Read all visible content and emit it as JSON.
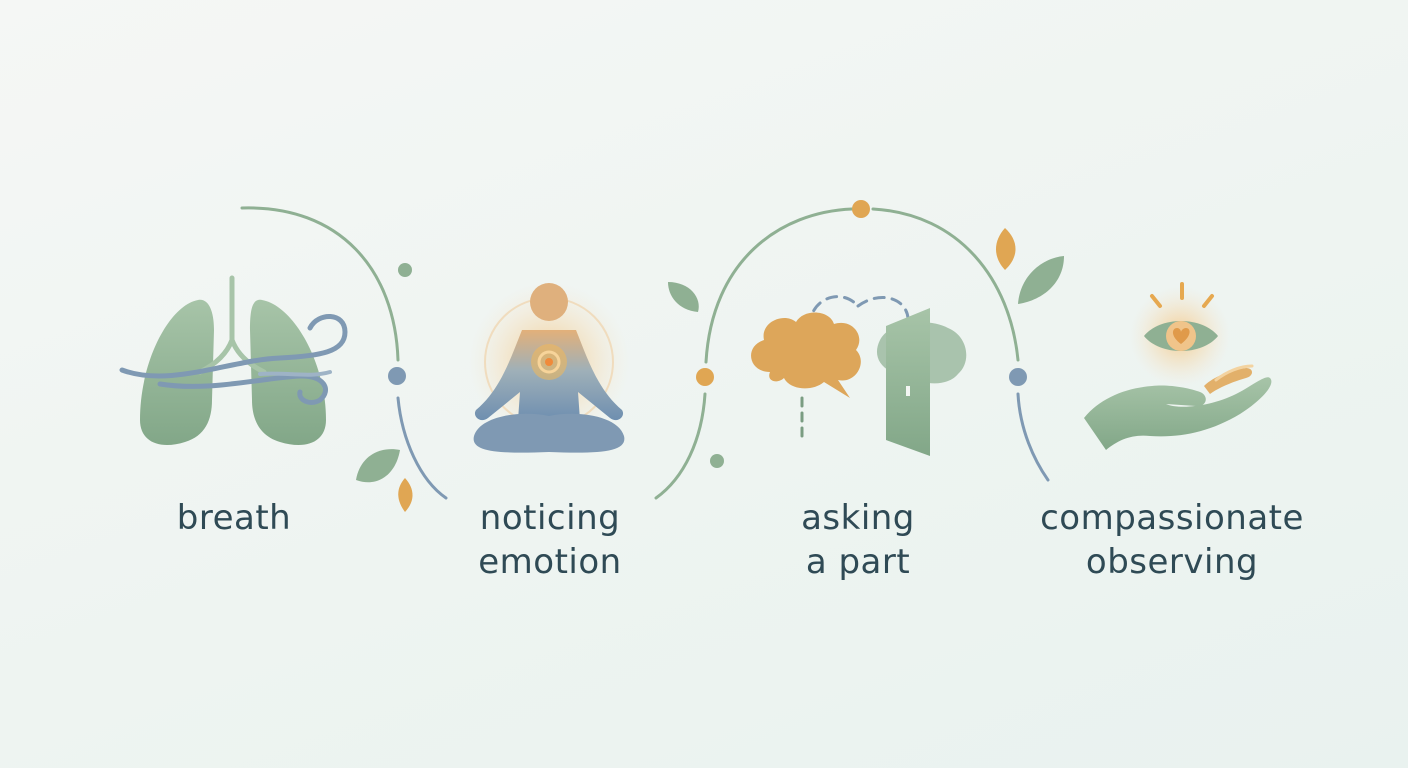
{
  "steps": [
    {
      "id": "breath",
      "lines": [
        "breath",
        ""
      ],
      "icon": "lungs-icon"
    },
    {
      "id": "noticing-emotion",
      "lines": [
        "noticing",
        "emotion"
      ],
      "icon": "meditating-figure-icon"
    },
    {
      "id": "asking-a-part",
      "lines": [
        "asking",
        "a part"
      ],
      "icon": "speech-door-icon"
    },
    {
      "id": "compassionate-observing",
      "lines": [
        "compassionate",
        "observing"
      ],
      "icon": "eye-on-hand-icon"
    }
  ],
  "colors": {
    "sage": "#8fb093",
    "sage_dark": "#7aa082",
    "blue": "#7f99b3",
    "gold": "#e0a653",
    "text": "#2f4a55"
  }
}
